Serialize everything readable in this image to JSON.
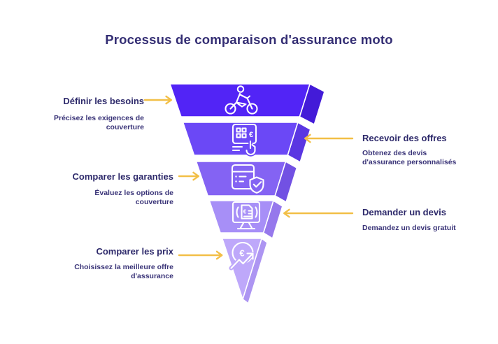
{
  "title": "Processus de comparaison d'assurance moto",
  "colors": {
    "background": "#FFFFFF",
    "title_text": "#332D73",
    "label_text": "#2E2A6B",
    "description_text": "#3A3478",
    "arrow": "#F2BF47",
    "icon_stroke": "#FFFFFF"
  },
  "glyphs": {
    "euro": "€"
  },
  "funnel": {
    "steps": [
      {
        "label": "Définir les besoins",
        "description": "Précisez les exigences de couverture",
        "label_side": "left",
        "color": "#5224F6",
        "side_color": "#431BD8",
        "icon": "motorcycle-rider-icon"
      },
      {
        "label": "Recevoir des offres",
        "description": "Obtenez des devis d'assurance personnalisés",
        "label_side": "right",
        "color": "#6B48F6",
        "side_color": "#5A36E2",
        "icon": "price-terminal-tap-icon"
      },
      {
        "label": "Comparer les garanties",
        "description": "Évaluez les options de couverture",
        "label_side": "left",
        "color": "#8463F3",
        "side_color": "#7251E3",
        "icon": "checklist-shield-icon"
      },
      {
        "label": "Demander un devis",
        "description": "Demandez un devis gratuit",
        "label_side": "right",
        "color": "#A78FF7",
        "side_color": "#9678EC",
        "icon": "monitor-euro-document-icon"
      },
      {
        "label": "Comparer les prix",
        "description": "Choisissez la meilleure offre d'assurance",
        "label_side": "left",
        "color": "#BEA8FA",
        "side_color": "#AD95F2",
        "icon": "euro-trend-icon"
      }
    ]
  }
}
